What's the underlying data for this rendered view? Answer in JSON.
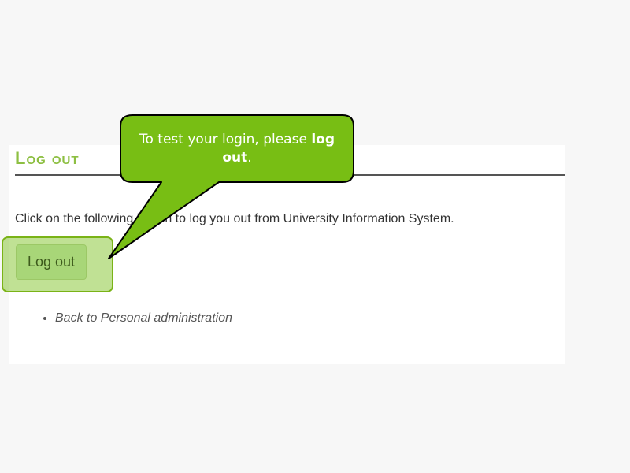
{
  "page": {
    "title": "Log out",
    "description": "Click on the following button to log you out from University Information System.",
    "logout_button": "Log out",
    "links": [
      "Back to Personal administration"
    ]
  },
  "callout": {
    "text_before": "To test your login, please ",
    "text_bold": "log out",
    "text_after": "."
  },
  "colors": {
    "accent": "#8dbf42",
    "callout_fill": "#78be14",
    "highlight_border": "#7ab317"
  }
}
